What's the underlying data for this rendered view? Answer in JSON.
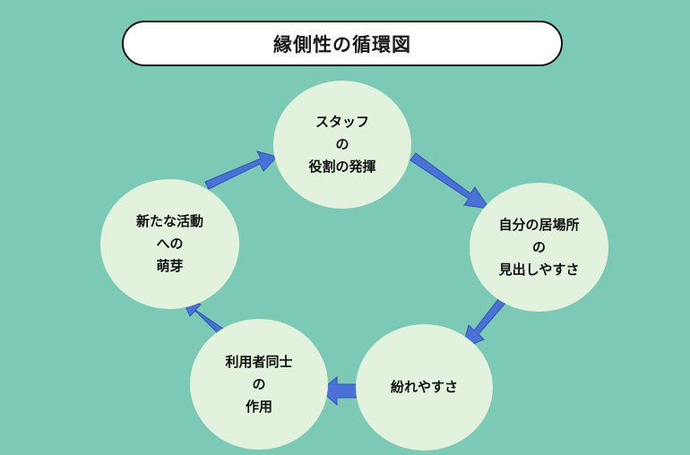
{
  "title": "縁側性の循環図",
  "colors": {
    "background": "#7ccab5",
    "node_fill": "#e3f2dc",
    "arrow": "#4a72d6",
    "arrow_stroke": "#2f55b5"
  },
  "nodes": [
    {
      "id": "staff",
      "lines": [
        "スタッフ",
        "の",
        "役割の発揮"
      ]
    },
    {
      "id": "ibasho",
      "lines": [
        "自分の居場所",
        "の",
        "見出しやすさ"
      ]
    },
    {
      "id": "magire",
      "lines": [
        "紛れやすさ"
      ]
    },
    {
      "id": "sayou",
      "lines": [
        "利用者同士",
        "の",
        "作用"
      ]
    },
    {
      "id": "houga",
      "lines": [
        "新たな活動",
        "への",
        "萌芽"
      ]
    }
  ]
}
